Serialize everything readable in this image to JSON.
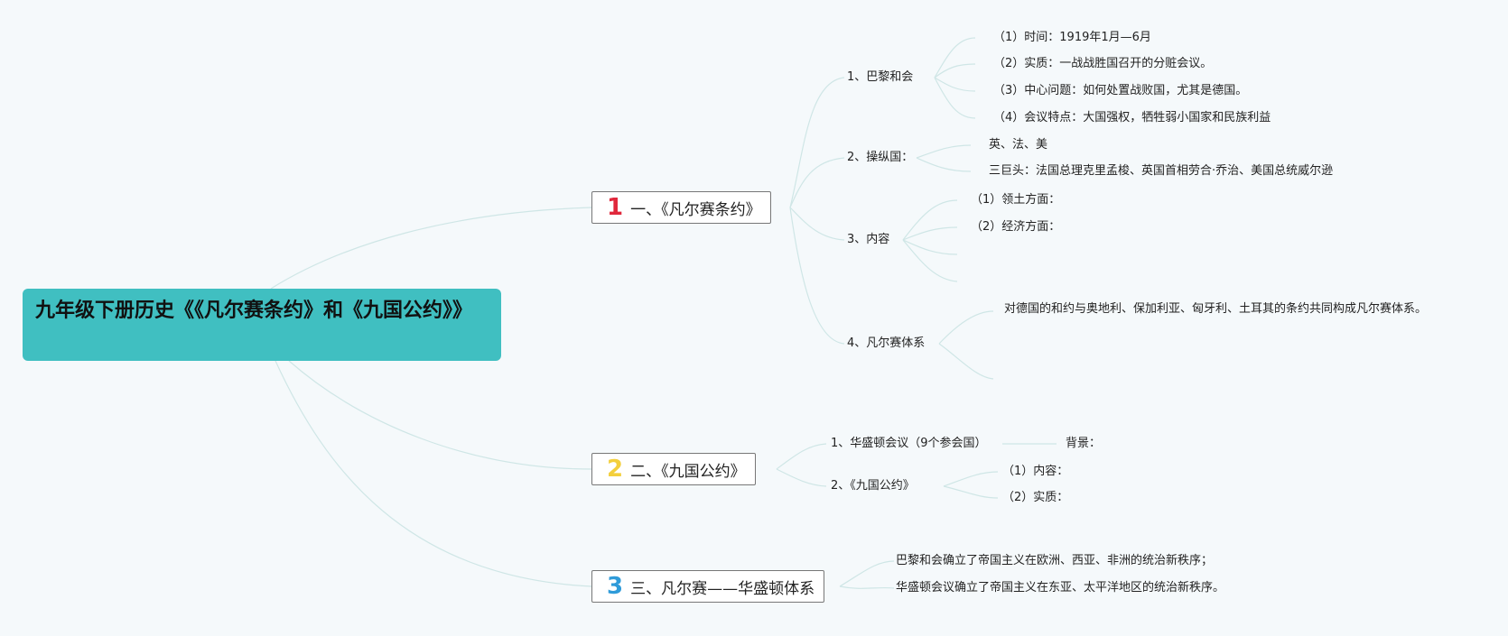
{
  "root": {
    "title": "九年级下册历史《《凡尔赛条约》和《九国公约》》"
  },
  "branches": [
    {
      "num": "1",
      "color": "#e0283c",
      "label": "一、《凡尔赛条约》",
      "sub": [
        {
          "label": "1、巴黎和会",
          "items": [
            "（1）时间：1919年1月—6月",
            "（2）实质：一战战胜国召开的分赃会议。",
            "（3）中心问题：如何处置战败国，尤其是德国。",
            "（4）会议特点：大国强权，牺牲弱小国家和民族利益"
          ]
        },
        {
          "label": "2、操纵国：",
          "items": [
            "英、法、美",
            "三巨头：法国总理克里孟梭、英国首相劳合·乔治、美国总统威尔逊"
          ]
        },
        {
          "label": "3、内容",
          "items": [
            "（1）领土方面：",
            "（2）经济方面：",
            "",
            ""
          ]
        },
        {
          "label": "4、凡尔赛体系",
          "items": [
            "对德国的和约与奥地利、保加利亚、匈牙利、土耳其的条约共同构成凡尔赛体系。",
            ""
          ]
        }
      ]
    },
    {
      "num": "2",
      "color": "#f3cf3d",
      "label": "二、《九国公约》",
      "sub": [
        {
          "label": "1、华盛顿会议（9个参会国）",
          "items": [
            "背景："
          ]
        },
        {
          "label": "2、《九国公约》",
          "items": [
            "（1）内容：",
            "（2）实质："
          ]
        }
      ]
    },
    {
      "num": "3",
      "color": "#2f9bd9",
      "label": "三、凡尔赛——华盛顿体系",
      "items": [
        "巴黎和会确立了帝国主义在欧洲、西亚、非洲的统治新秩序；",
        "华盛顿会议确立了帝国主义在东亚、太平洋地区的统治新秩序。"
      ]
    }
  ]
}
